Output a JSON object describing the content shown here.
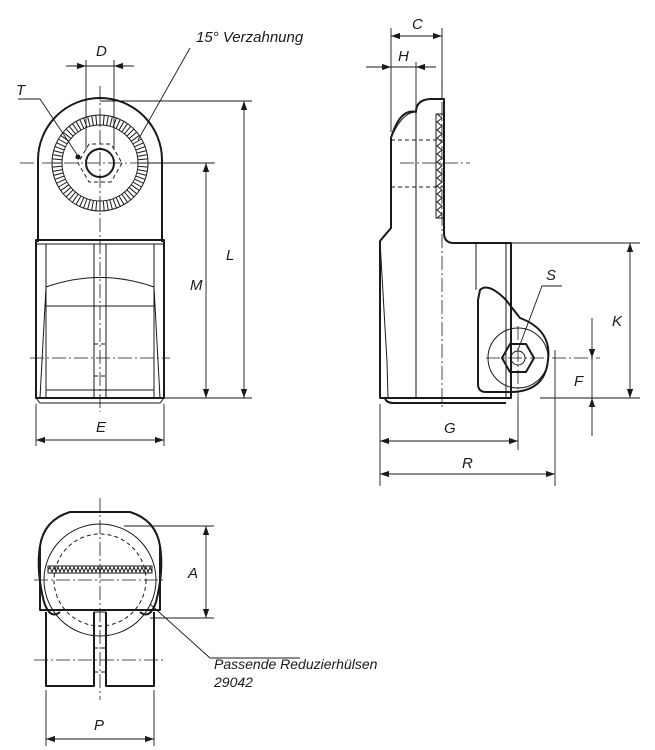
{
  "drawing": {
    "labels": {
      "D": "D",
      "T": "T",
      "teeth": "15° Verzahnung",
      "C": "C",
      "H": "H",
      "L": "L",
      "M": "M",
      "E": "E",
      "S": "S",
      "K": "K",
      "F": "F",
      "G": "G",
      "R": "R",
      "A": "A",
      "P": "P"
    },
    "note": {
      "line1": "Passende Reduzierhülsen",
      "line2": "29042"
    },
    "colors": {
      "ink": "#1a1a1a",
      "background": "#ffffff"
    }
  }
}
